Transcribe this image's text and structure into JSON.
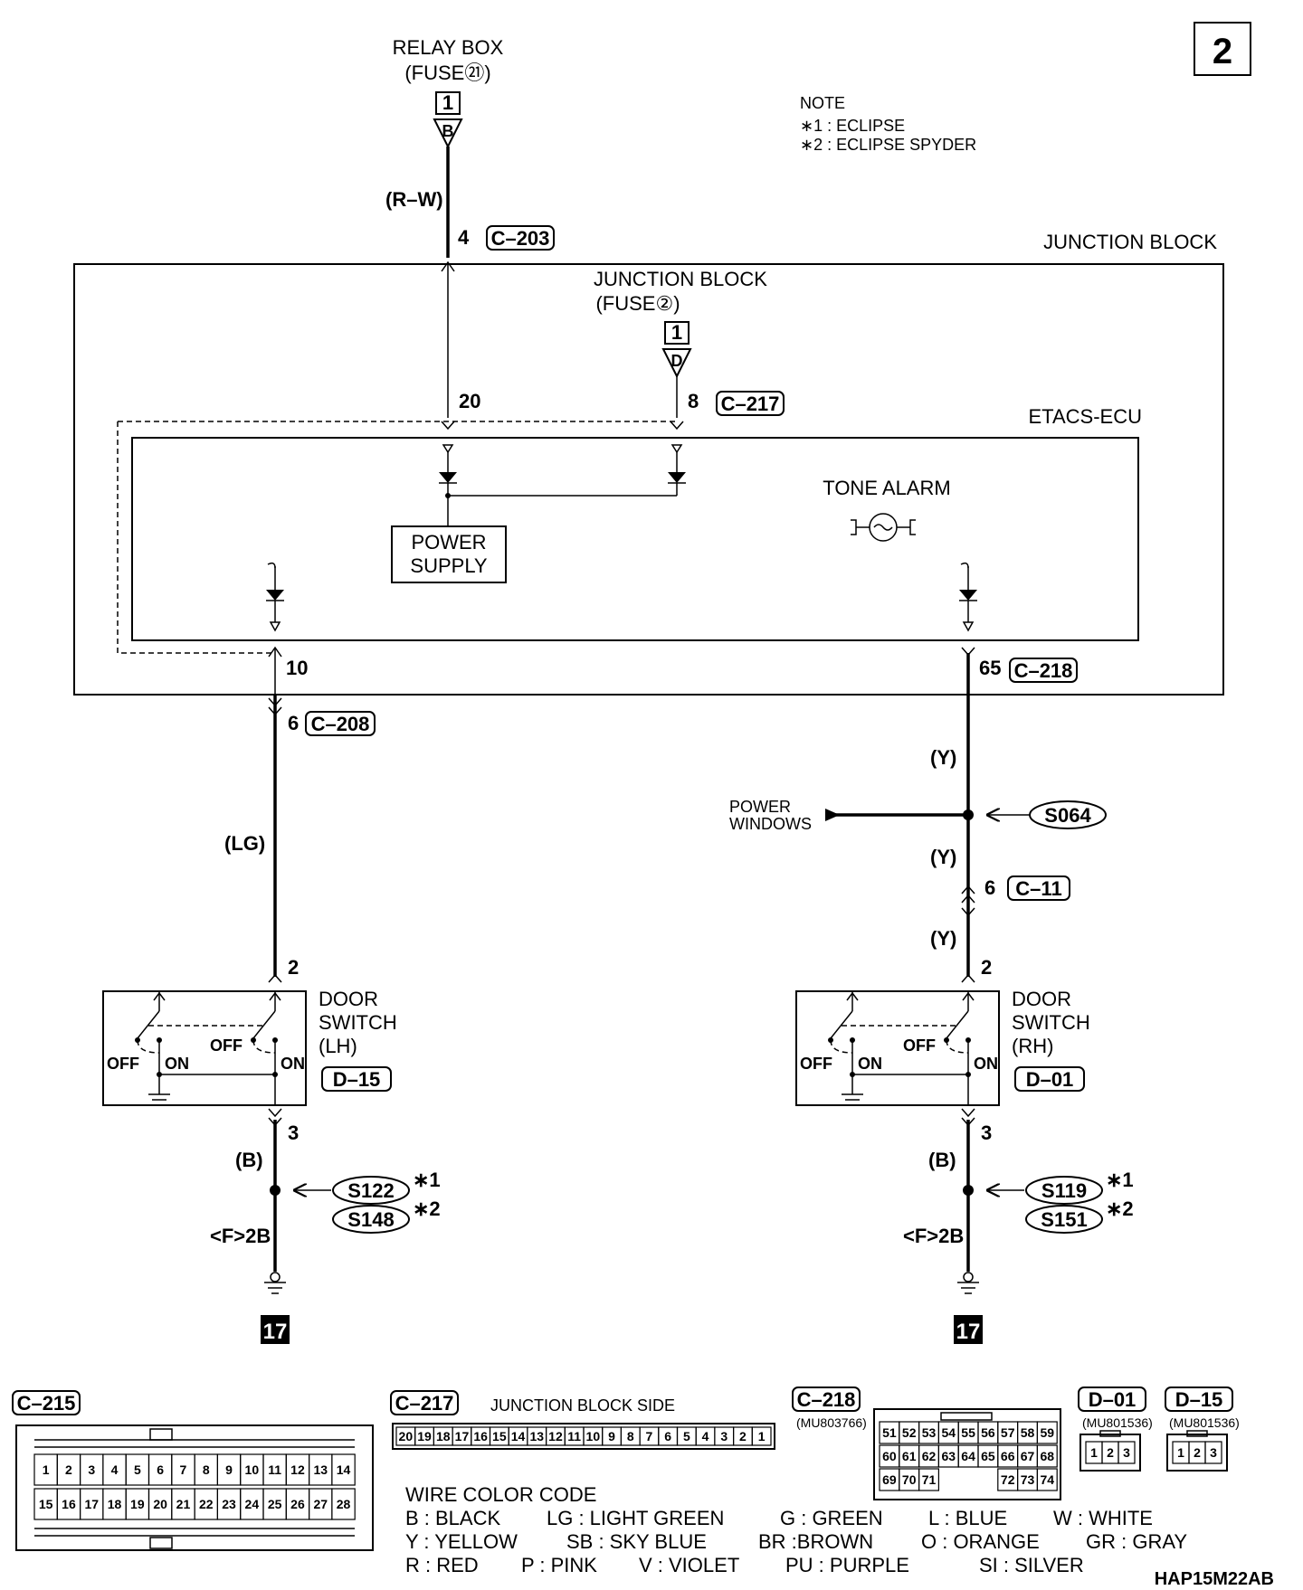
{
  "page_number": "2",
  "note": {
    "title": "NOTE",
    "items": [
      "∗1 : ECLIPSE",
      "∗2 : ECLIPSE SPYDER"
    ]
  },
  "relay_box": {
    "line1": "RELAY BOX",
    "line2": "(FUSE㉑)",
    "pin": "1",
    "tri": "B"
  },
  "wire_rw": "(R–W)",
  "c203": {
    "pin": "4",
    "conn": "C–203"
  },
  "junction_block": "JUNCTION BLOCK",
  "jb_fuse": {
    "line1": "JUNCTION BLOCK",
    "line2": "(FUSE②)",
    "pin": "1",
    "tri": "D"
  },
  "pin20": "20",
  "c217": {
    "pin": "8",
    "conn": "C–217"
  },
  "etacs": "ETACS-ECU",
  "tone_alarm": "TONE ALARM",
  "power_supply": {
    "line1": "POWER",
    "line2": "SUPPLY"
  },
  "pin10": "10",
  "c218": {
    "pin": "65",
    "conn": "C–218"
  },
  "c208": {
    "pin": "6",
    "conn": "C–208"
  },
  "wire_lg": "(LG)",
  "wire_y1": "(Y)",
  "power_windows": {
    "line1": "POWER",
    "line2": "WINDOWS"
  },
  "s064": "S064",
  "wire_y2": "(Y)",
  "c11": {
    "pin": "6",
    "conn": "C–11"
  },
  "wire_y3": "(Y)",
  "lh_switch": {
    "pin_top": "2",
    "line1": "DOOR",
    "line2": "SWITCH",
    "line3": "(LH)",
    "conn": "D–15",
    "pin_bot": "3",
    "off1": "OFF",
    "on1": "ON",
    "off2": "OFF",
    "on2": "ON"
  },
  "rh_switch": {
    "pin_top": "2",
    "line1": "DOOR",
    "line2": "SWITCH",
    "line3": "(RH)",
    "conn": "D–01",
    "pin_bot": "3",
    "off1": "OFF",
    "on1": "ON",
    "off2": "OFF",
    "on2": "ON"
  },
  "left_ground": {
    "wire": "(B)",
    "splice1": "S122",
    "mark1": "∗1",
    "splice2": "S148",
    "mark2": "∗2",
    "ref": "<F>2B",
    "page": "17"
  },
  "right_ground": {
    "wire": "(B)",
    "splice1": "S119",
    "mark1": "∗1",
    "splice2": "S151",
    "mark2": "∗2",
    "ref": "<F>2B",
    "page": "17"
  },
  "connectors": {
    "c215": {
      "label": "C–215",
      "row1": [
        "1",
        "2",
        "3",
        "4",
        "5",
        "6",
        "7",
        "8",
        "9",
        "10",
        "11",
        "12",
        "13",
        "14"
      ],
      "row2": [
        "15",
        "16",
        "17",
        "18",
        "19",
        "20",
        "21",
        "22",
        "23",
        "24",
        "25",
        "26",
        "27",
        "28"
      ]
    },
    "c217": {
      "label": "C–217",
      "side": "JUNCTION BLOCK SIDE",
      "pins": [
        "20",
        "19",
        "18",
        "17",
        "16",
        "15",
        "14",
        "13",
        "12",
        "11",
        "10",
        "9",
        "8",
        "7",
        "6",
        "5",
        "4",
        "3",
        "2",
        "1"
      ]
    },
    "c218": {
      "label": "C–218",
      "part": "(MU803766)",
      "row1": [
        "51",
        "52",
        "53",
        "54",
        "55",
        "56",
        "57",
        "58",
        "59"
      ],
      "row2": [
        "60",
        "61",
        "62",
        "63",
        "64",
        "65",
        "66",
        "67",
        "68"
      ],
      "row3": [
        "69",
        "70",
        "71",
        "",
        "",
        "",
        "72",
        "73",
        "74"
      ]
    },
    "d01": {
      "label": "D–01",
      "part": "(MU801536)",
      "pins": [
        "1",
        "2",
        "3"
      ]
    },
    "d15": {
      "label": "D–15",
      "part": "(MU801536)",
      "pins": [
        "1",
        "2",
        "3"
      ]
    }
  },
  "wire_color_code": {
    "title": "WIRE COLOR CODE",
    "rows": [
      [
        "B : BLACK",
        "LG : LIGHT GREEN",
        "G : GREEN",
        "L : BLUE",
        "W : WHITE"
      ],
      [
        "Y : YELLOW",
        "SB : SKY BLUE",
        "BR :BROWN",
        "O : ORANGE",
        "GR : GRAY"
      ],
      [
        "R : RED",
        "P : PINK",
        "V : VIOLET",
        "PU : PURPLE",
        "SI : SILVER"
      ]
    ]
  },
  "figure_code": "HAP15M22AB"
}
